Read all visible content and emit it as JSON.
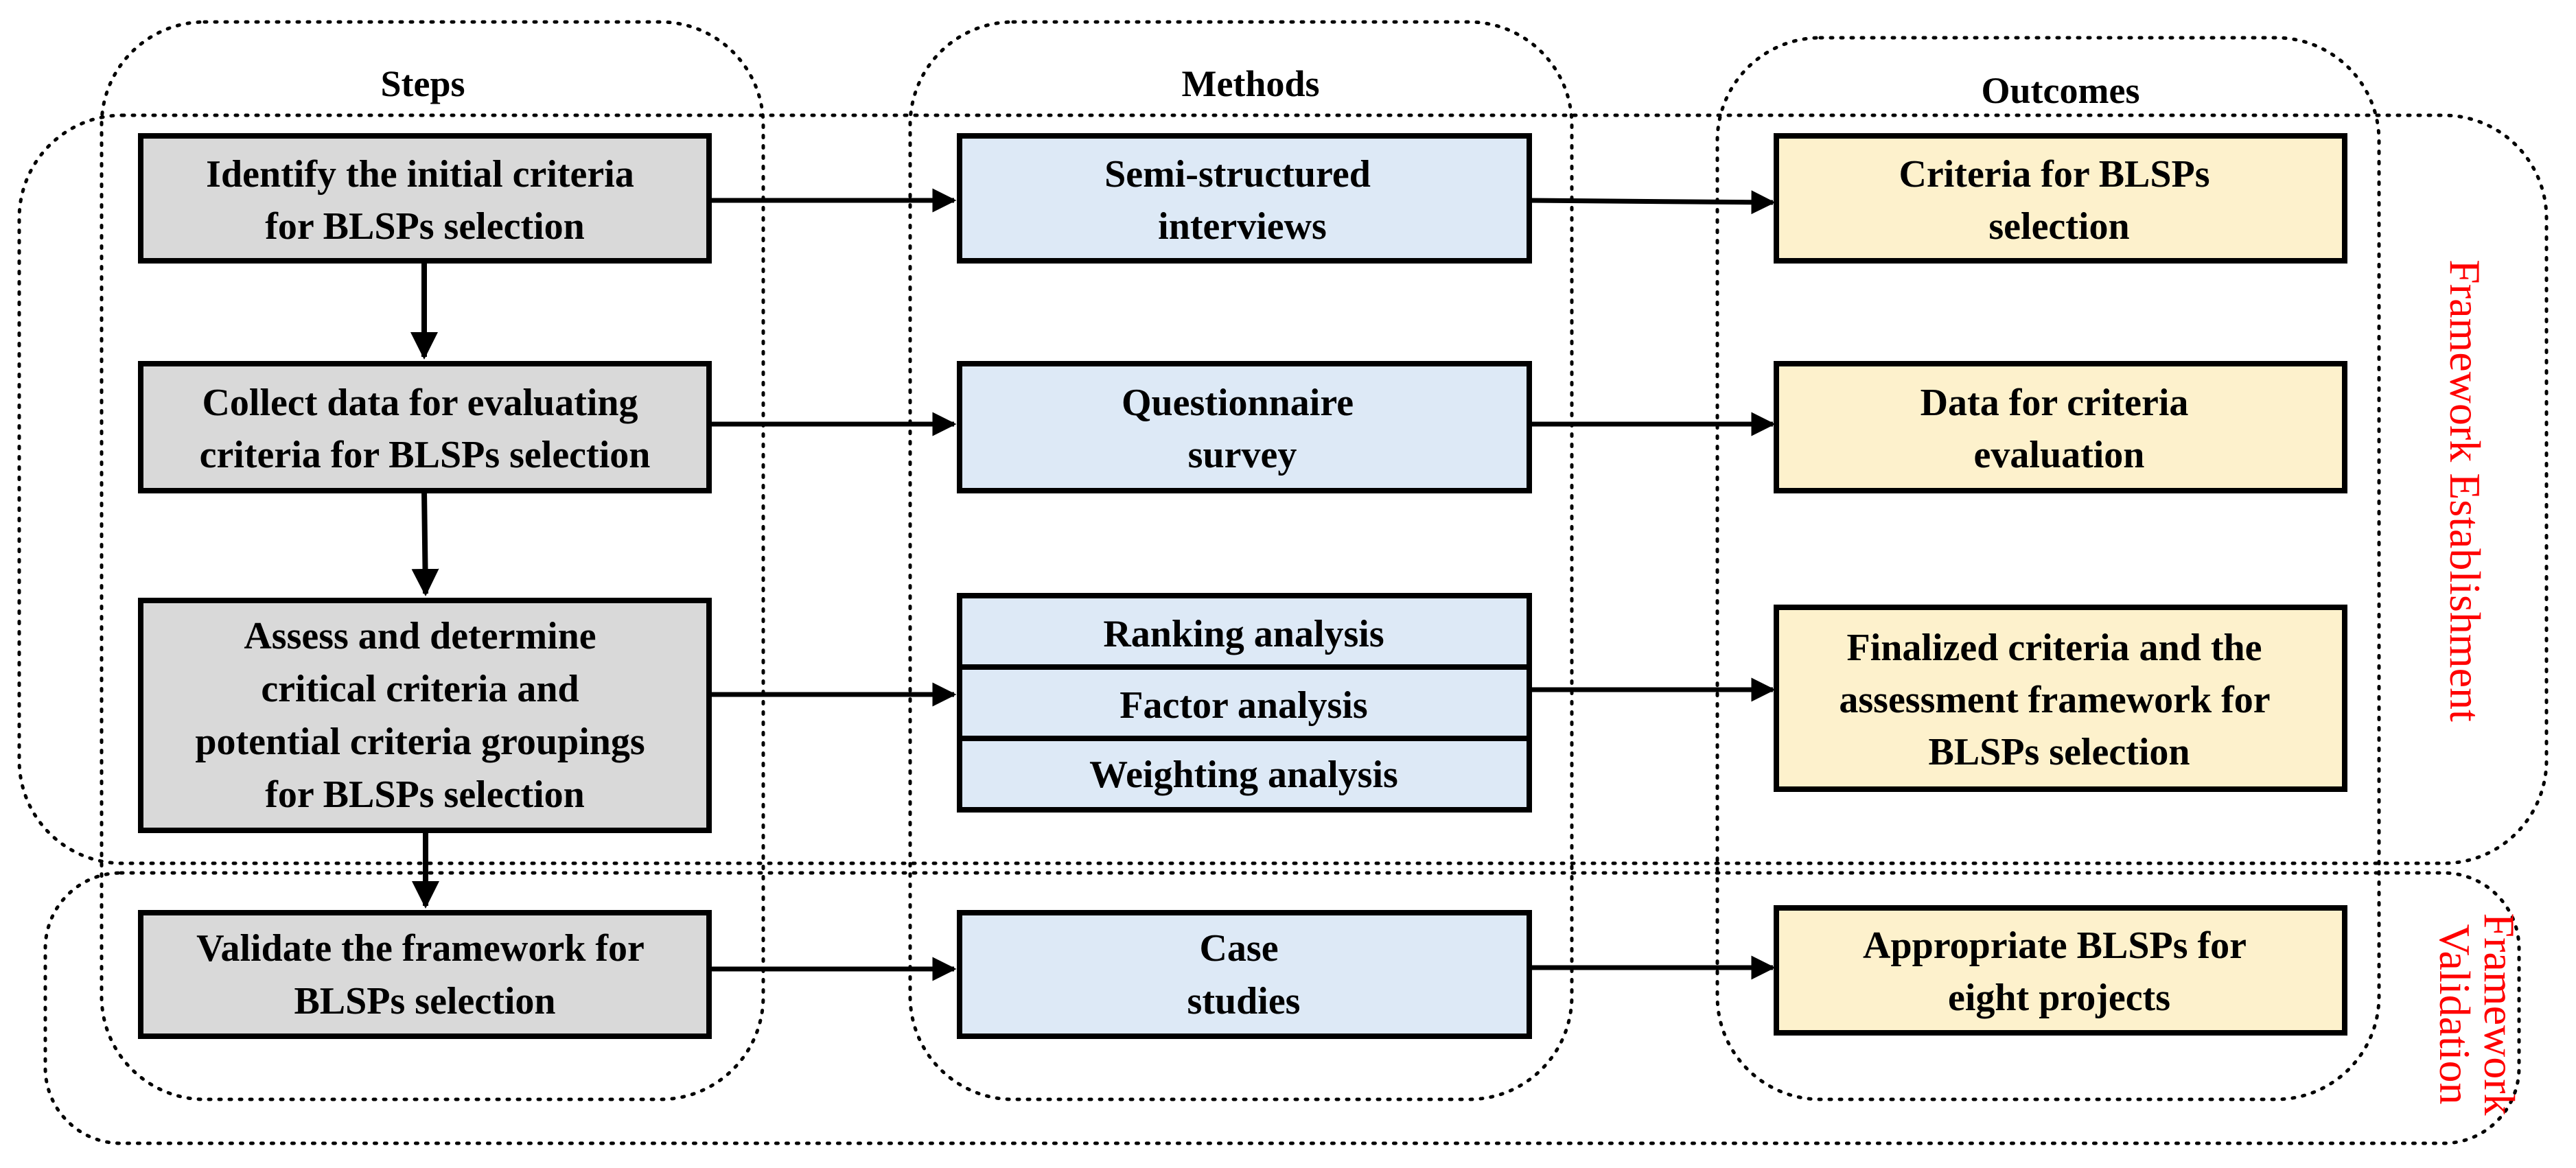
{
  "colors": {
    "steps_fill": "#d9d9d9",
    "methods_fill": "#dde9f6",
    "outcomes_fill": "#fdf1cc",
    "stroke": "#000000",
    "side_label": "#ff0000"
  },
  "columns": {
    "steps": "Steps",
    "methods": "Methods",
    "outcomes": "Outcomes"
  },
  "phases": {
    "establishment": "Framework Establishment",
    "validation_line1": "Framework",
    "validation_line2": "Validation"
  },
  "steps": [
    [
      "Identify the initial criteria",
      "for BLSPs selection"
    ],
    [
      "Collect data for evaluating",
      "criteria for BLSPs selection"
    ],
    [
      "Assess and determine",
      "critical criteria and",
      "potential criteria groupings",
      "for BLSPs selection"
    ],
    [
      "Validate the framework for",
      "BLSPs selection"
    ]
  ],
  "methods": {
    "m1": [
      "Semi-structured",
      "interviews"
    ],
    "m2": [
      "Questionnaire",
      "survey"
    ],
    "m3a": "Ranking analysis",
    "m3b": "Factor analysis",
    "m3c": "Weighting analysis",
    "m4": [
      "Case",
      "studies"
    ]
  },
  "outcomes": [
    [
      "Criteria for BLSPs",
      "selection"
    ],
    [
      "Data for criteria",
      "evaluation"
    ],
    [
      "Finalized criteria and the",
      "assessment framework for",
      "BLSPs selection"
    ],
    [
      "Appropriate BLSPs for",
      "eight projects"
    ]
  ]
}
